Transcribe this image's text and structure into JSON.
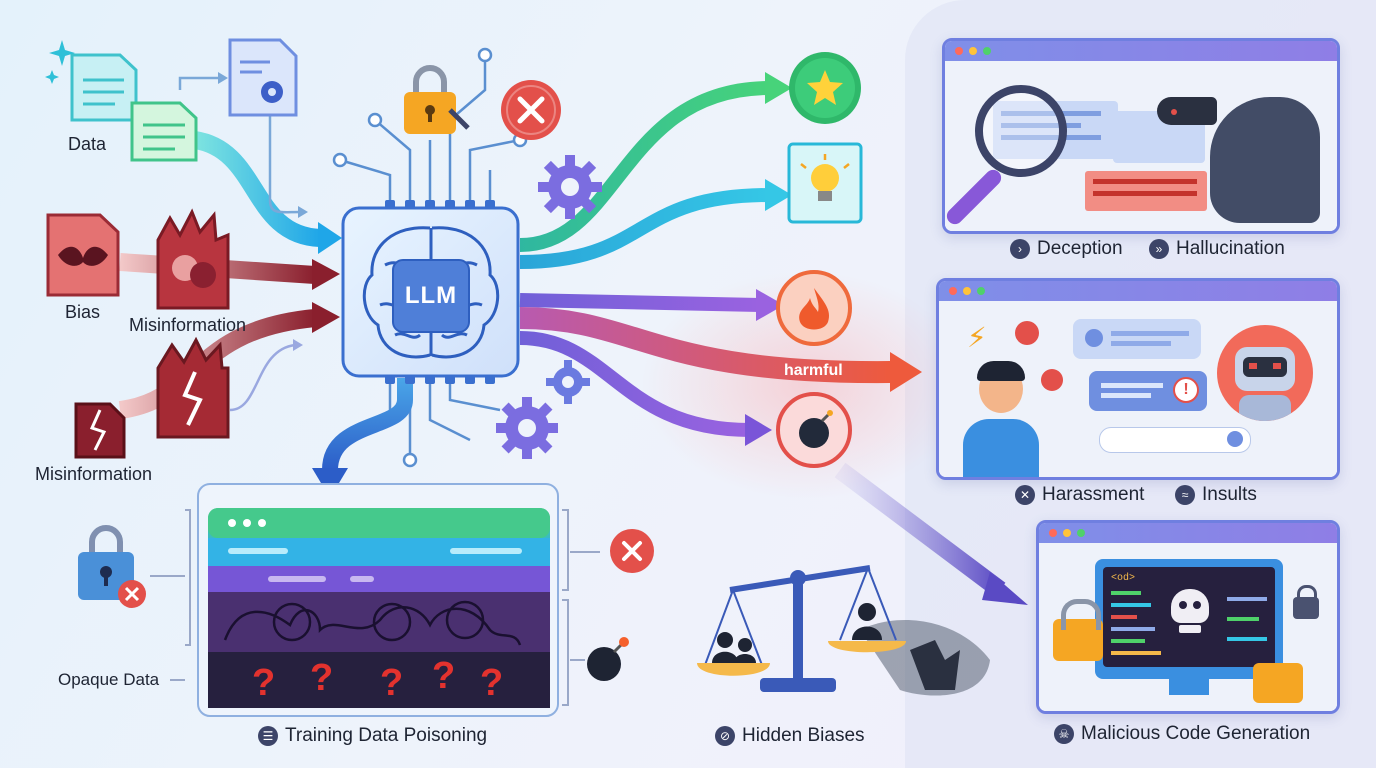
{
  "inputs": {
    "data_label": "Data",
    "bias_label": "Bias",
    "misinformation_label_1": "Misinformation",
    "misinformation_label_2": "Misinformation"
  },
  "core": {
    "llm_label": "LLM",
    "harmful_label": "harmful"
  },
  "panels": {
    "deception_label": "Deception",
    "hallucination_label": "Hallucination",
    "harassment_label": "Harassment",
    "insults_label": "Insults",
    "malicious_code_label": "Malicious Code Generation",
    "code_tag": "<od>"
  },
  "bottom": {
    "opaque_data_label": "Opaque Data",
    "training_poisoning_label": "Training Data Poisoning",
    "hidden_biases_label": "Hidden Biases"
  },
  "icons": {
    "star": "star-icon",
    "lightbulb": "lightbulb-icon",
    "fire": "fire-icon",
    "bomb": "bomb-icon",
    "error": "x-icon",
    "lock": "lock-icon",
    "gear": "gear-icon",
    "skull": "skull-icon",
    "question": "?"
  },
  "colors": {
    "green": "#34c27a",
    "cyan": "#26b3e6",
    "purple": "#7a55d8",
    "red": "#e3504a",
    "navy": "#3c4468"
  }
}
